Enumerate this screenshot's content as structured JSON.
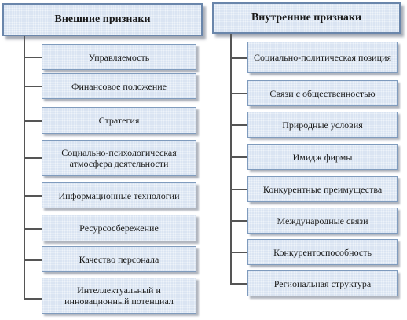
{
  "left": {
    "header": "Внешние признаки",
    "items": [
      "Управляемость",
      "Финансовое положение",
      "Стратегия",
      "Социально-психологическая атмосфера деятельности",
      "Информационные технологии",
      "Ресурсосбережение",
      "Качество персонала",
      "Интеллектуальный и инновационный потенциал"
    ]
  },
  "right": {
    "header": "Внутренние признаки",
    "items": [
      "Социально-политическая позиция",
      "Связи с общественностью",
      "Природные условия",
      "Имидж фирмы",
      "Конкурентные преимущества",
      "Международные связи",
      "Конкурентоспособность",
      "Региональная структура"
    ]
  }
}
